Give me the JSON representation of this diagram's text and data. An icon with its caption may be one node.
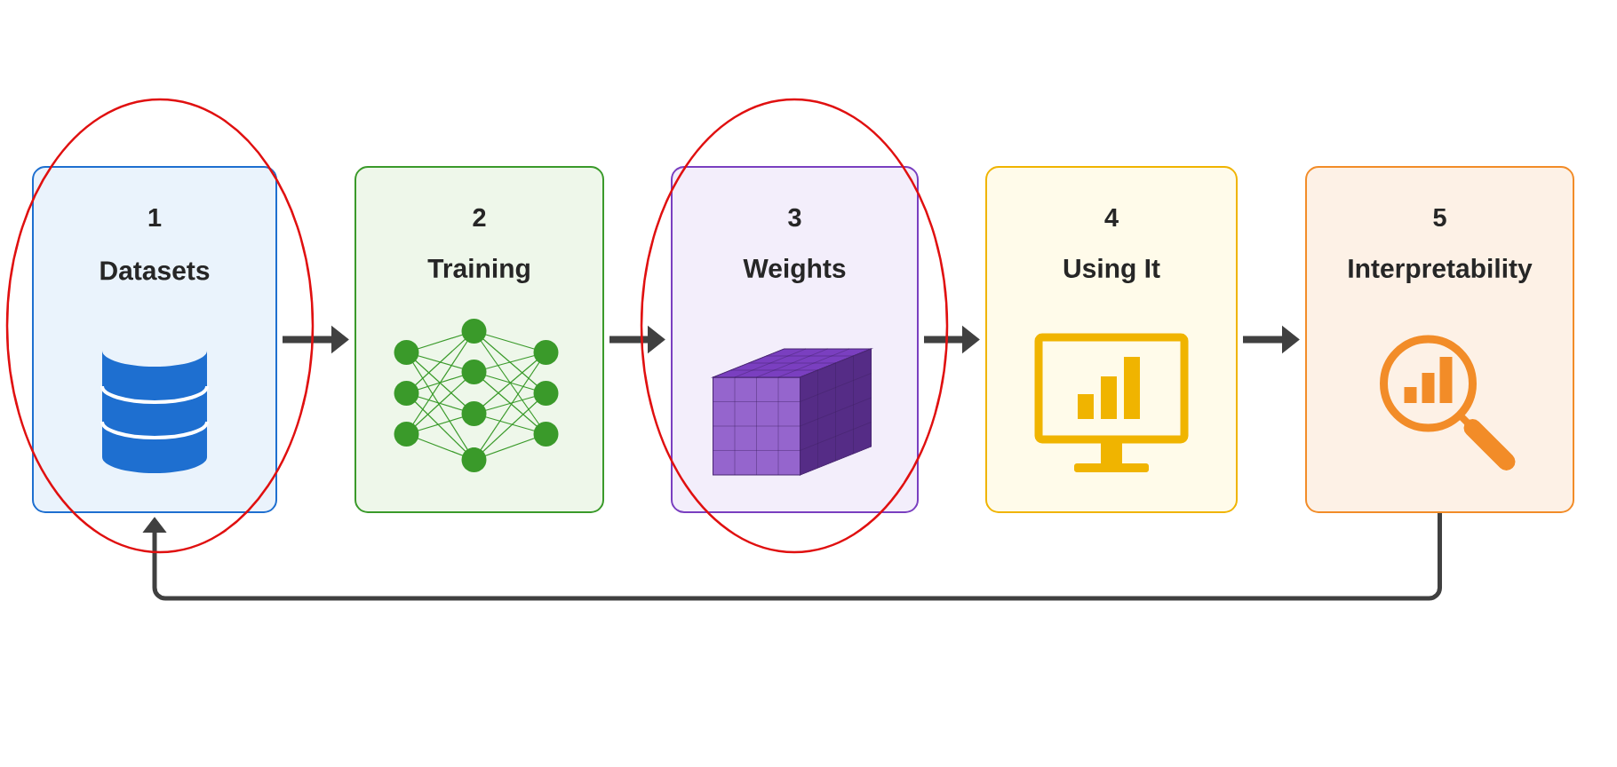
{
  "diagram": {
    "nodes": [
      {
        "text": [
          "1",
          "Datasets"
        ]
      },
      {
        "text": [
          "2",
          "Training"
        ]
      },
      {
        "text": [
          "3",
          "Weights"
        ]
      },
      {
        "text": [
          "4",
          "Using It"
        ]
      },
      {
        "text": [
          "5",
          "Interpretability"
        ]
      }
    ],
    "edges": [
      {
        "from": 0,
        "to": 1,
        "arrow": "to"
      },
      {
        "from": 1,
        "to": 2,
        "arrow": "to"
      },
      {
        "from": 2,
        "to": 3,
        "arrow": "to"
      },
      {
        "from": 3,
        "to": 4,
        "arrow": "to"
      },
      {
        "from": 4,
        "to": 0,
        "arrow": "to"
      }
    ]
  }
}
